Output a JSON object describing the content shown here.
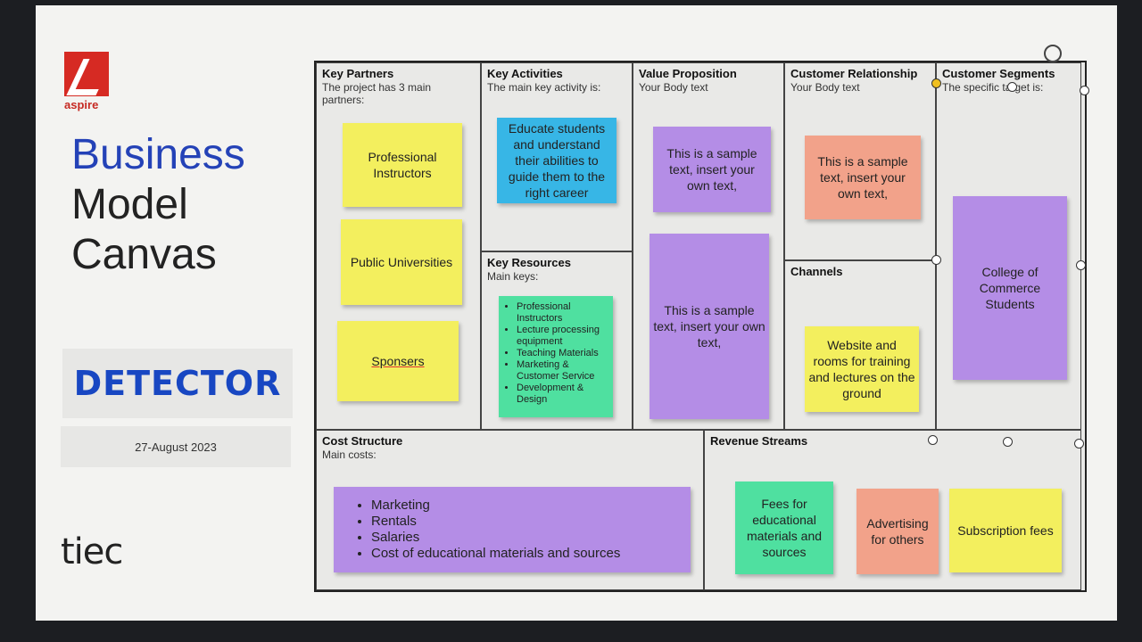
{
  "sidebar": {
    "logo_text": "aspire",
    "title_line1": "Business",
    "title_line2": "Model",
    "title_line3": "Canvas",
    "brand": "DETECTOR",
    "date": "27-August 2023",
    "footer_logo": "tiec"
  },
  "canvas": {
    "key_partners": {
      "title": "Key Partners",
      "sub": "The project has 3 main partners:",
      "notes": [
        "Professional Instructors",
        "Public Universities",
        "Sponsers"
      ]
    },
    "key_activities": {
      "title": "Key Activities",
      "sub": "The main key activity is:",
      "note": "Educate students and understand their abilities to guide them to the right career"
    },
    "key_resources": {
      "title": "Key Resources",
      "sub": "Main keys:",
      "items": [
        "Professional Instructors",
        "Lecture processing equipment",
        "Teaching Materials",
        "Marketing & Customer Service",
        "Development & Design"
      ]
    },
    "value_proposition": {
      "title": "Value Proposition",
      "sub": "Your Body text",
      "note1": "This is a sample text, insert your own text,",
      "note2": "This is a sample text, insert your own text,"
    },
    "customer_relationship": {
      "title": "Customer Relationship",
      "sub": "Your Body text",
      "note": "This is a sample text, insert your own text,"
    },
    "channels": {
      "title": "Channels",
      "note": "Website and rooms for training and lectures on the ground"
    },
    "customer_segments": {
      "title": "Customer Segments",
      "sub": "The specific target is:",
      "note": "College of Commerce Students"
    },
    "cost_structure": {
      "title": "Cost Structure",
      "sub": "Main costs:",
      "items": [
        "Marketing",
        "Rentals",
        "Salaries",
        "Cost of educational materials and sources"
      ]
    },
    "revenue_streams": {
      "title": "Revenue Streams",
      "notes": [
        "Fees for educational materials and sources",
        "Advertising for others",
        "Subscription fees"
      ]
    }
  },
  "colors": {
    "yellow_note": "#f3ef5e",
    "purple_note": "#b48de6",
    "blue_note": "#37b6e6",
    "green_note": "#4fe0a0",
    "salmon_note": "#f2a28a",
    "title_blue": "#2442b7",
    "brand_blue": "#1847c2"
  }
}
